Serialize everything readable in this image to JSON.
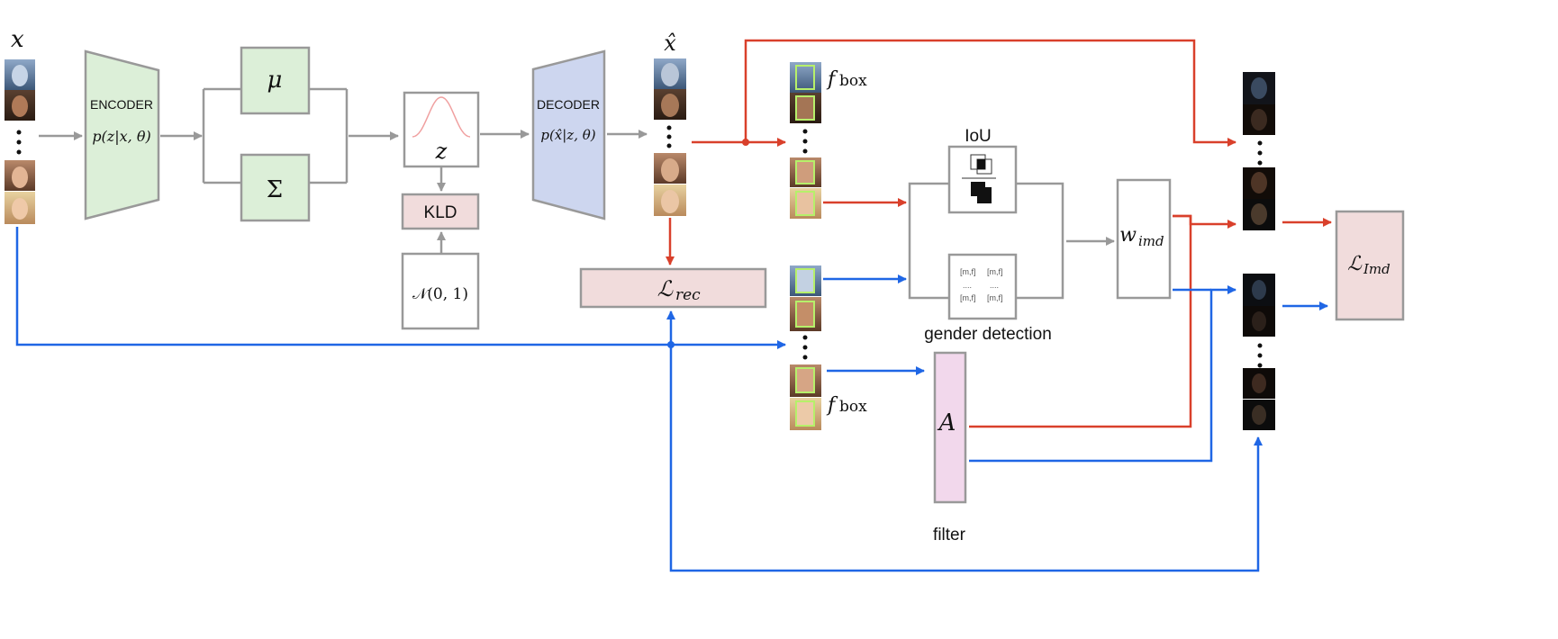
{
  "input": {
    "symbol": "x",
    "subscript": ""
  },
  "output": {
    "symbol": "x̂"
  },
  "encoder": {
    "label": "ENCODER",
    "formula": "p(z|x, θ)"
  },
  "mu": {
    "symbol": "μ"
  },
  "sigma": {
    "symbol": "Σ"
  },
  "latent": {
    "symbol": "z"
  },
  "kld": {
    "label": "KLD"
  },
  "prior": {
    "label": "𝒩(0, 1)"
  },
  "decoder": {
    "label": "DECODER",
    "formula": "p(x̂|z, θ)"
  },
  "rec_loss": {
    "symbol": "ℒ",
    "subscript": "rec"
  },
  "fbox": {
    "symbol": "f",
    "subscript": "box"
  },
  "iou": {
    "label": "IoU"
  },
  "gender": {
    "label": "gender detection",
    "grid": [
      "[m,f]",
      "[m,f]",
      "....",
      "....",
      "[m,f]",
      "[m,f]"
    ]
  },
  "w_imd": {
    "symbol": "w",
    "subscript": "imd"
  },
  "filter_box": {
    "symbol": "A",
    "caption": "filter"
  },
  "imd_loss": {
    "symbol": "ℒ",
    "subscript": "Imd"
  },
  "colors": {
    "gray": "#999999",
    "red": "#d9402b",
    "blue": "#1f66e5",
    "green_fill": "#dcefd8",
    "green_stroke": "#999999",
    "decoder_fill": "#cdd6ef",
    "pink_fill": "#f1dcdc",
    "filter_fill": "#f2d8ec",
    "bbox": "#b6f06a"
  },
  "icons": [
    "face-thumbnail",
    "bounding-box",
    "gaussian-curve",
    "iou-overlap-icon"
  ]
}
